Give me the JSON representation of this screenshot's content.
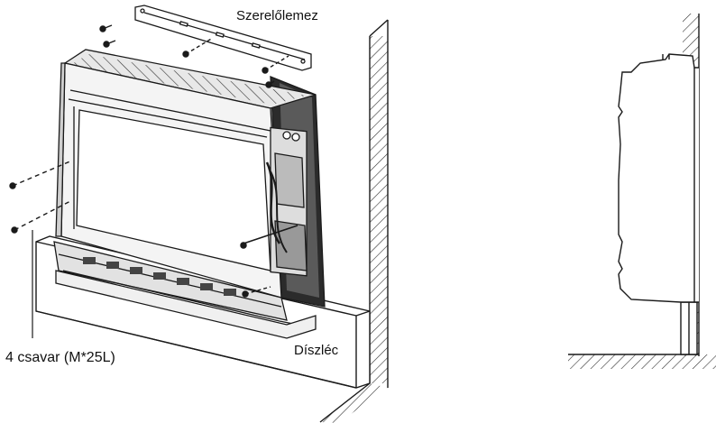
{
  "labels": {
    "mounting_plate": "Szerelőlemez",
    "screws": "4 csavar (M*25L)",
    "trim_strip": "Díszléc"
  },
  "colors": {
    "line": "#1a1a1a",
    "hatch": "#333333",
    "background": "#ffffff"
  }
}
